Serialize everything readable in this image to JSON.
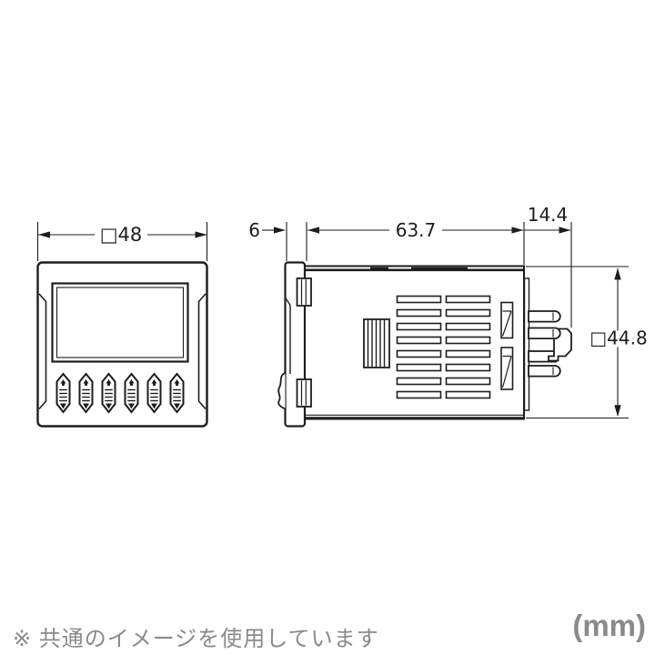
{
  "dimensions": {
    "front_width": "□48",
    "panel_depth": "6",
    "case_depth": "63.7",
    "pin_depth": "14.4",
    "body_height": "□44.8"
  },
  "footer": {
    "note": "※ 共通のイメージを使用しています",
    "unit": "(mm)"
  },
  "colors": {
    "line": "#1d1d1d",
    "muted_text": "#8a8a8a",
    "background": "#ffffff"
  }
}
